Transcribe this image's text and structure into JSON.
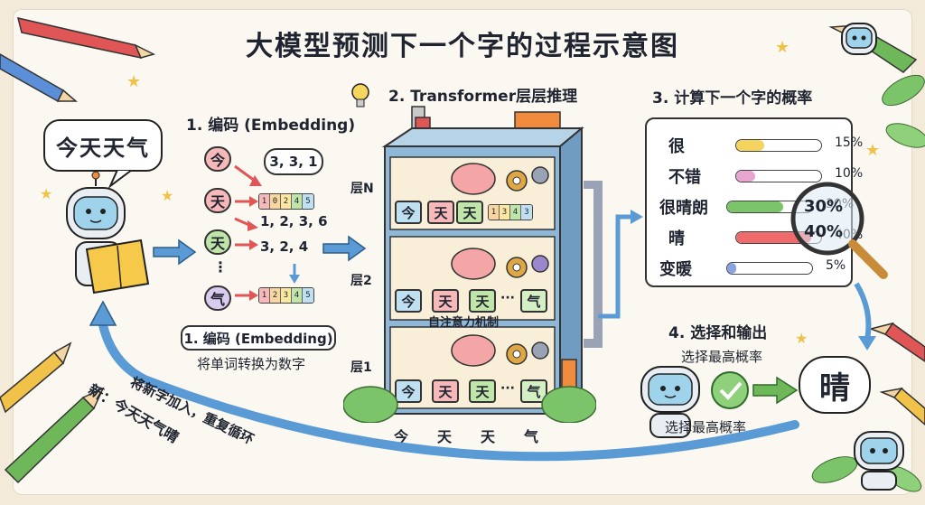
{
  "title": "大模型预测下一个字的过程示意图",
  "input_bubble": "今天天气",
  "step1": {
    "title": "1. 编码 (Embedding)",
    "subtitle": "1. 编码 (Embedding)",
    "desc": "将单词转换为数字",
    "tokens": [
      "今",
      "天",
      "天",
      "气"
    ],
    "ellipsis": "⋮",
    "sequences": [
      "3, 3, 1",
      "1, 2, 3, 6",
      "3, 2, 4"
    ],
    "vectors": [
      [
        "1",
        "0",
        "2",
        "4",
        "5"
      ],
      [
        "1",
        "2",
        "3",
        "4",
        "5"
      ]
    ]
  },
  "step2": {
    "title": "2. Transformer层层推理",
    "layers": [
      "层N",
      "层2",
      "层1"
    ],
    "row_tokens": [
      "今",
      "天",
      "天",
      "气"
    ],
    "ellipsis": "···",
    "attention_label": "自注意力机制",
    "vector": [
      "1",
      "3",
      "4",
      "3"
    ],
    "bottom_tokens": [
      "今",
      "天",
      "天",
      "气"
    ]
  },
  "step3": {
    "title": "3. 计算下一个字的概率",
    "candidates": [
      {
        "word": "很",
        "percent": "15%",
        "value": 0.15,
        "color": "#f4d35e"
      },
      {
        "word": "不错",
        "percent": "10%",
        "value": 0.1,
        "color": "#e8a5d0"
      },
      {
        "word": "很晴朗",
        "percent": "30%",
        "value": 0.3,
        "color": "#7cc46a"
      },
      {
        "word": "晴",
        "percent": "40%",
        "value": 0.4,
        "color": "#ef6b6b"
      },
      {
        "word": "变暖",
        "percent": "5%",
        "value": 0.05,
        "color": "#8aa2e0"
      }
    ]
  },
  "step4": {
    "title": "4. 选择和输出",
    "label_top": "选择最高概率",
    "label_bottom": "选择最高概率",
    "output": "晴"
  },
  "loop": {
    "line1": "将新字加入，重复循环",
    "line2": "新：今天天气晴"
  },
  "colors": {
    "token_pink": "#f6b8b8",
    "token_green": "#bfe6a8",
    "token_blue": "#bfe0f0",
    "token_lilac": "#d9ccef",
    "arrow_blue": "#5a9bd5",
    "building": "#8fb8d8"
  }
}
